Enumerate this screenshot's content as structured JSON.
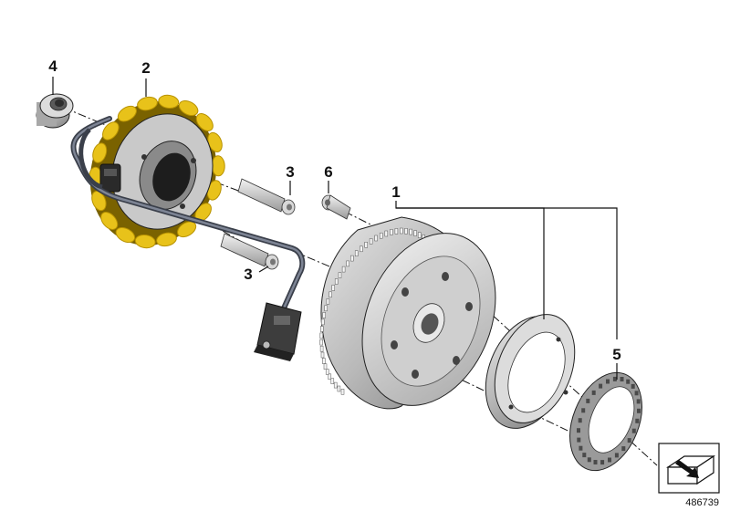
{
  "callouts": {
    "c1": "1",
    "c2": "2",
    "c3a": "3",
    "c3b": "3",
    "c4": "4",
    "c5": "5",
    "c6": "6"
  },
  "reference_number": "486739",
  "icons": {
    "parts_group": "open-box-arrow-icon"
  },
  "colors": {
    "stator_winding": "#e8c21a",
    "stator_winding_dark": "#b89200",
    "steel": "#b5b5b5",
    "steel_dark": "#6e6e6e",
    "cable": "#555a66",
    "outline": "#111111"
  }
}
